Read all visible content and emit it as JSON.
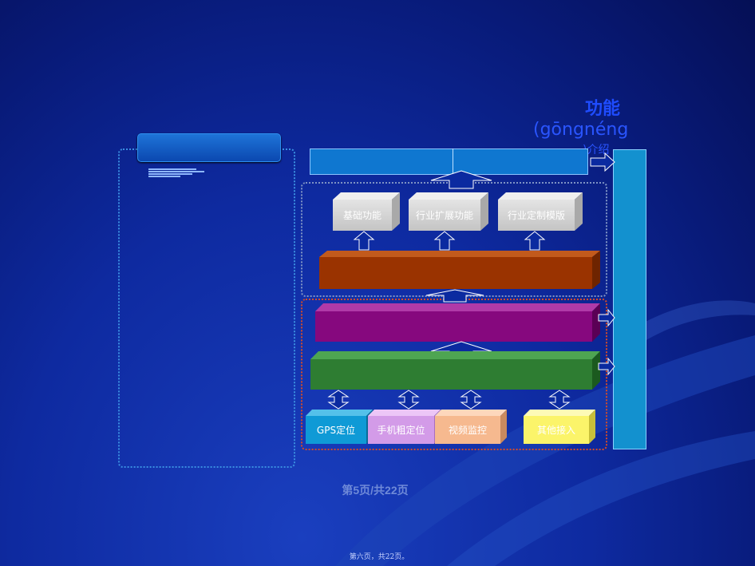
{
  "slide": {
    "title": "功能",
    "title_pinyin": "(gōngnéng",
    "title_pinyin_cont": ")介绍",
    "page_label": "第5页/共22页",
    "footer": "第六页，共22页。"
  },
  "modules": {
    "basic": "基础功能",
    "industry_ext": "行业扩展功能",
    "industry_custom": "行业定制模版"
  },
  "sources": {
    "gps": "GPS定位",
    "phone": "手机粗定位",
    "video": "视频监控",
    "other": "其他接入"
  },
  "colors": {
    "brown": "#9a3300",
    "purple": "#86087e",
    "green": "#2e7d32",
    "cyan": "#0f9ad6",
    "lilac": "#d39be8",
    "peach": "#f6b98f",
    "yellow": "#fbf46a",
    "grey": "#cfcfcf"
  }
}
